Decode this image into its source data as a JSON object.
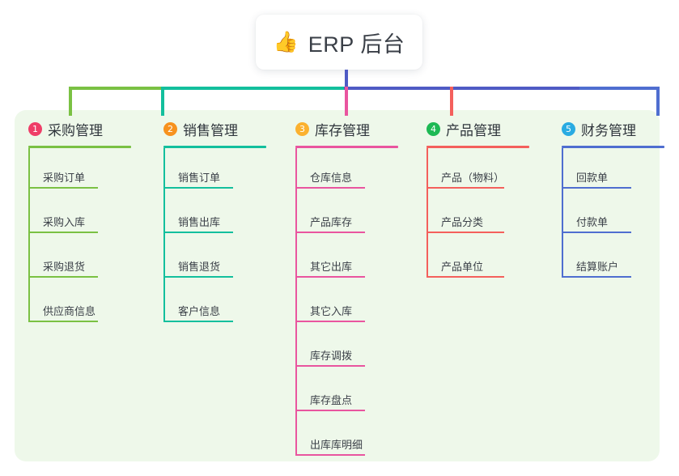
{
  "root": {
    "icon": "thumbs-up-icon",
    "emoji": "👍",
    "title": "ERP 后台"
  },
  "theme": {
    "panel_bg": "#eef8ea",
    "page_bg": "#ffffff",
    "root_text": "#3a3f47",
    "stem": "#4f5bc4"
  },
  "chart_data": {
    "type": "tree",
    "title": "ERP 后台",
    "branch_count": 5
  },
  "branches": [
    {
      "number": "1",
      "title": "采购管理",
      "badge_color": "#ef3e68",
      "line_color": "#7ac143",
      "rule_width": 127,
      "item_rule_width": 86,
      "items": [
        {
          "label": "采购订单"
        },
        {
          "label": "采购入库"
        },
        {
          "label": "采购退货"
        },
        {
          "label": "供应商信息"
        }
      ]
    },
    {
      "number": "2",
      "title": "销售管理",
      "badge_color": "#f7921e",
      "line_color": "#13bf9d",
      "rule_width": 127,
      "item_rule_width": 86,
      "items": [
        {
          "label": "销售订单"
        },
        {
          "label": "销售出库"
        },
        {
          "label": "销售退货"
        },
        {
          "label": "客户信息"
        }
      ]
    },
    {
      "number": "3",
      "title": "库存管理",
      "badge_color": "#fbb12f",
      "line_color": "#e9559f",
      "rule_width": 127,
      "item_rule_width": 86,
      "items": [
        {
          "label": "仓库信息"
        },
        {
          "label": "产品库存"
        },
        {
          "label": "其它出库"
        },
        {
          "label": "其它入库"
        },
        {
          "label": "库存调拨"
        },
        {
          "label": "库存盘点"
        },
        {
          "label": "出库库明细"
        }
      ]
    },
    {
      "number": "4",
      "title": "产品管理",
      "badge_color": "#1db954",
      "line_color": "#f4605c",
      "rule_width": 127,
      "item_rule_width": 96,
      "items": [
        {
          "label": "产品（物料）"
        },
        {
          "label": "产品分类"
        },
        {
          "label": "产品单位"
        }
      ]
    },
    {
      "number": "5",
      "title": "财务管理",
      "badge_color": "#29abe2",
      "line_color": "#4f6ed0",
      "rule_width": 127,
      "item_rule_width": 86,
      "items": [
        {
          "label": "回款单"
        },
        {
          "label": "付款单"
        },
        {
          "label": "结算账户"
        }
      ]
    }
  ]
}
